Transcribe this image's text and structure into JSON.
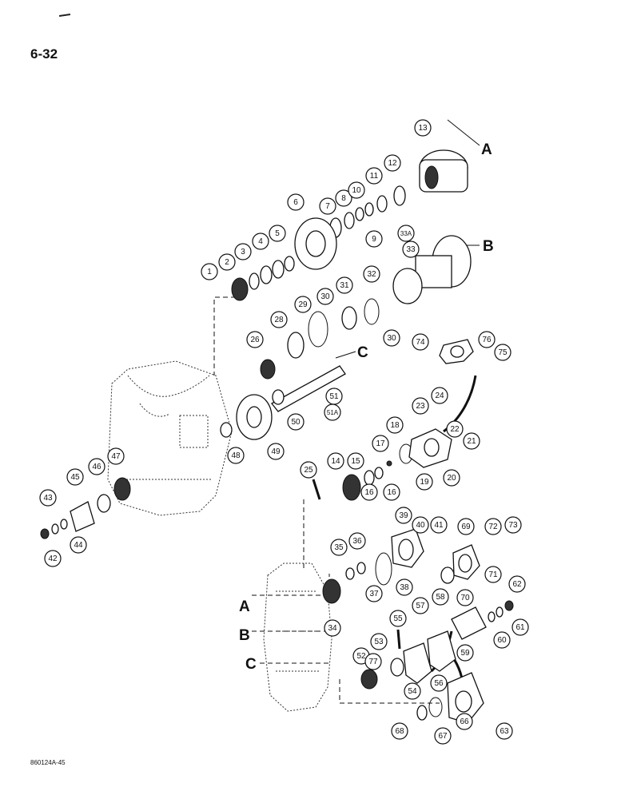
{
  "page_number": "6-32",
  "figure_ref": "860124A-45",
  "callouts": [
    "1",
    "2",
    "3",
    "4",
    "5",
    "6",
    "7",
    "8",
    "9",
    "10",
    "11",
    "12",
    "13",
    "14",
    "15",
    "16",
    "16",
    "17",
    "18",
    "19",
    "20",
    "21",
    "22",
    "23",
    "24",
    "25",
    "26",
    "28",
    "29",
    "30",
    "30",
    "31",
    "32",
    "33",
    "33A",
    "34",
    "35",
    "36",
    "37",
    "38",
    "39",
    "40",
    "41",
    "42",
    "43",
    "44",
    "45",
    "46",
    "47",
    "48",
    "49",
    "50",
    "51",
    "51A",
    "52",
    "53",
    "54",
    "55",
    "56",
    "57",
    "58",
    "59",
    "60",
    "61",
    "62",
    "63",
    "66",
    "67",
    "68",
    "69",
    "70",
    "71",
    "72",
    "73",
    "74",
    "75",
    "76",
    "77"
  ],
  "reference_letters": [
    "A",
    "B",
    "C",
    "A",
    "B",
    "C"
  ]
}
